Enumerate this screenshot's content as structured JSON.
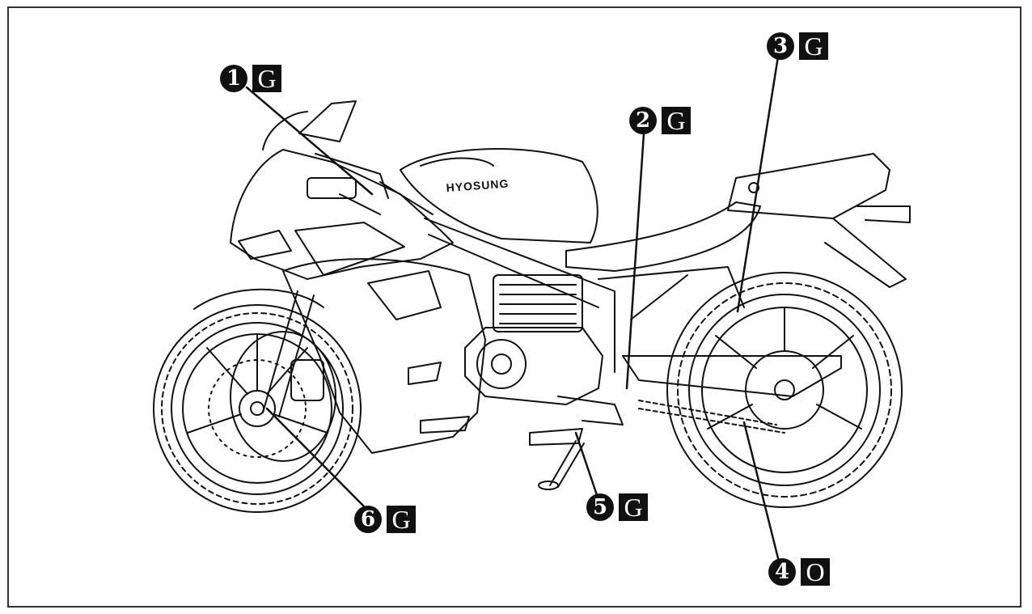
{
  "brand_text": "HYOSUNG",
  "callouts": [
    {
      "number": "1",
      "code": "G"
    },
    {
      "number": "2",
      "code": "G"
    },
    {
      "number": "3",
      "code": "G"
    },
    {
      "number": "4",
      "code": "O"
    },
    {
      "number": "5",
      "code": "G"
    },
    {
      "number": "6",
      "code": "G"
    }
  ],
  "colors": {
    "line": "#111111",
    "badge": "#111111"
  }
}
